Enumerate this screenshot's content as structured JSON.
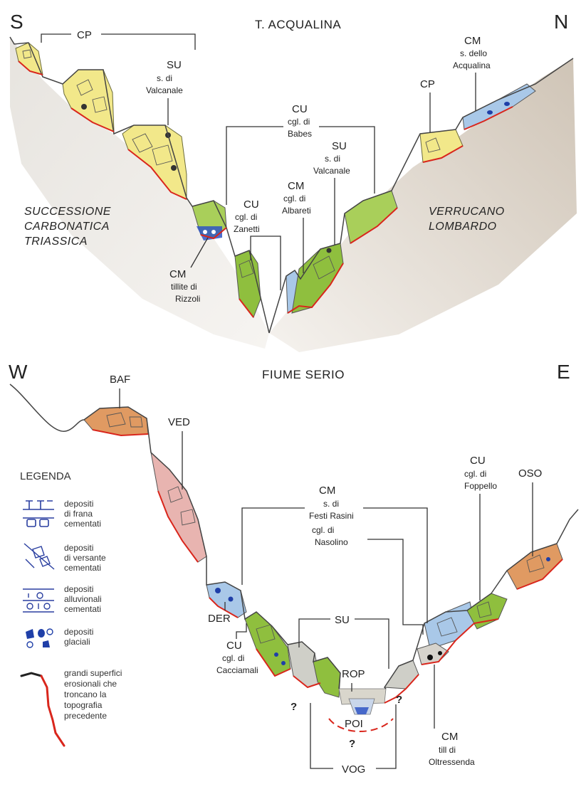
{
  "top_section": {
    "dir_left": "S",
    "dir_right": "N",
    "title": "T. ACQUALINA",
    "label_cp_left": "CP",
    "label_su_left": [
      "SU",
      "s. di",
      "Valcanale"
    ],
    "label_cu_babes": [
      "CU",
      "cgl. di",
      "Babes"
    ],
    "label_su_right": [
      "SU",
      "s. di",
      "Valcanale"
    ],
    "label_cm_albareti": [
      "CM",
      "cgl. di",
      "Albareti"
    ],
    "label_cu_zanetti": [
      "CU",
      "cgl. di",
      "Zanetti"
    ],
    "label_cm_rizzoli": [
      "CM",
      "tillite di",
      "Rizzoli"
    ],
    "label_cp_right": "CP",
    "label_cm_acqualina": [
      "CM",
      "s. dello",
      "Acqualina"
    ],
    "region_left": [
      "SUCCESSIONE",
      "CARBONATICA",
      "TRIASSICA"
    ],
    "region_right": [
      "VERRUCANO",
      "LOMBARDO"
    ]
  },
  "bottom_section": {
    "dir_left": "W",
    "dir_right": "E",
    "title": "FIUME SERIO",
    "label_baf": "BAF",
    "label_ved": "VED",
    "label_cm_festi": [
      "CM",
      "s. di",
      "Festi Rasini"
    ],
    "label_nasolino": [
      "cgl. di",
      "Nasolino"
    ],
    "label_cu_foppello": [
      "CU",
      "cgl. di",
      "Foppello"
    ],
    "label_oso": "OSO",
    "label_der": "DER",
    "label_cu_cacciamali": [
      "CU",
      "cgl. di",
      "Cacciamali"
    ],
    "label_su": "SU",
    "label_rop": "ROP",
    "label_poi": "POI",
    "label_vog": "VOG",
    "label_cm_oltressenda": [
      "CM",
      "till di",
      "Oltressenda"
    ],
    "question_mark": "?"
  },
  "legend": {
    "title": "LEGENDA",
    "items": [
      {
        "icon": "landslide-deposit-icon",
        "lines": [
          "depositi",
          "di frana",
          "cementati"
        ]
      },
      {
        "icon": "slope-deposit-icon",
        "lines": [
          "depositi",
          "di versante",
          "cementati"
        ]
      },
      {
        "icon": "alluvial-deposit-icon",
        "lines": [
          "depositi",
          "alluvionali",
          "cementati"
        ]
      },
      {
        "icon": "glacial-deposit-icon",
        "lines": [
          "depositi",
          "glaciali"
        ]
      },
      {
        "icon": "erosional-surface-icon",
        "lines": [
          "grandi superfici",
          "erosionali che",
          "troncano la",
          "topografia",
          "precedente"
        ]
      }
    ]
  },
  "colors": {
    "yellow_unit": "#f2e88a",
    "green_unit": "#a9cf5a",
    "blue_unit": "#a9c8e8",
    "orange_unit": "#e09a62",
    "pink_unit": "#e8b4b0",
    "grey_unit": "#cfcfc8",
    "erosional_line": "#d9261c",
    "glacial_blue": "#1f3fa8"
  }
}
